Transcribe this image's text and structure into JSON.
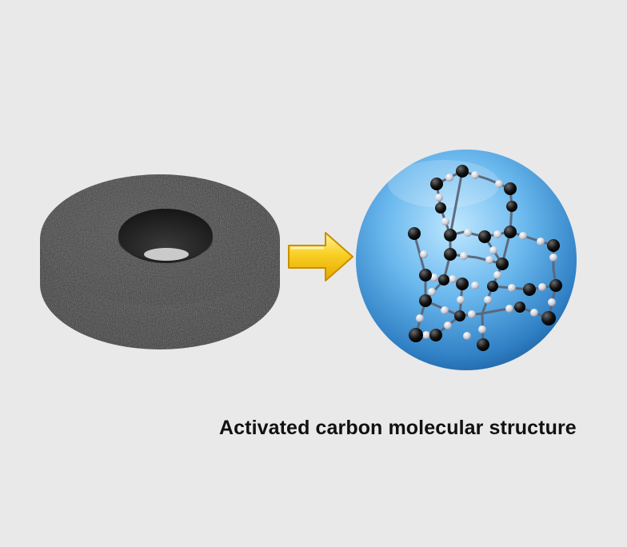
{
  "caption": "Activated carbon molecular structure",
  "images": {
    "ring": "activated-carbon-ring",
    "arrow": "arrow-right-icon",
    "molecule": "carbon-molecular-lattice"
  },
  "colors": {
    "background": "#e9e9e9",
    "carbon_ring": "#2b2b2b",
    "arrow_fill": "#f7c51a",
    "sphere_blue": "#3a86c6",
    "atom_dark": "#111111",
    "atom_light": "#d6dae6"
  }
}
